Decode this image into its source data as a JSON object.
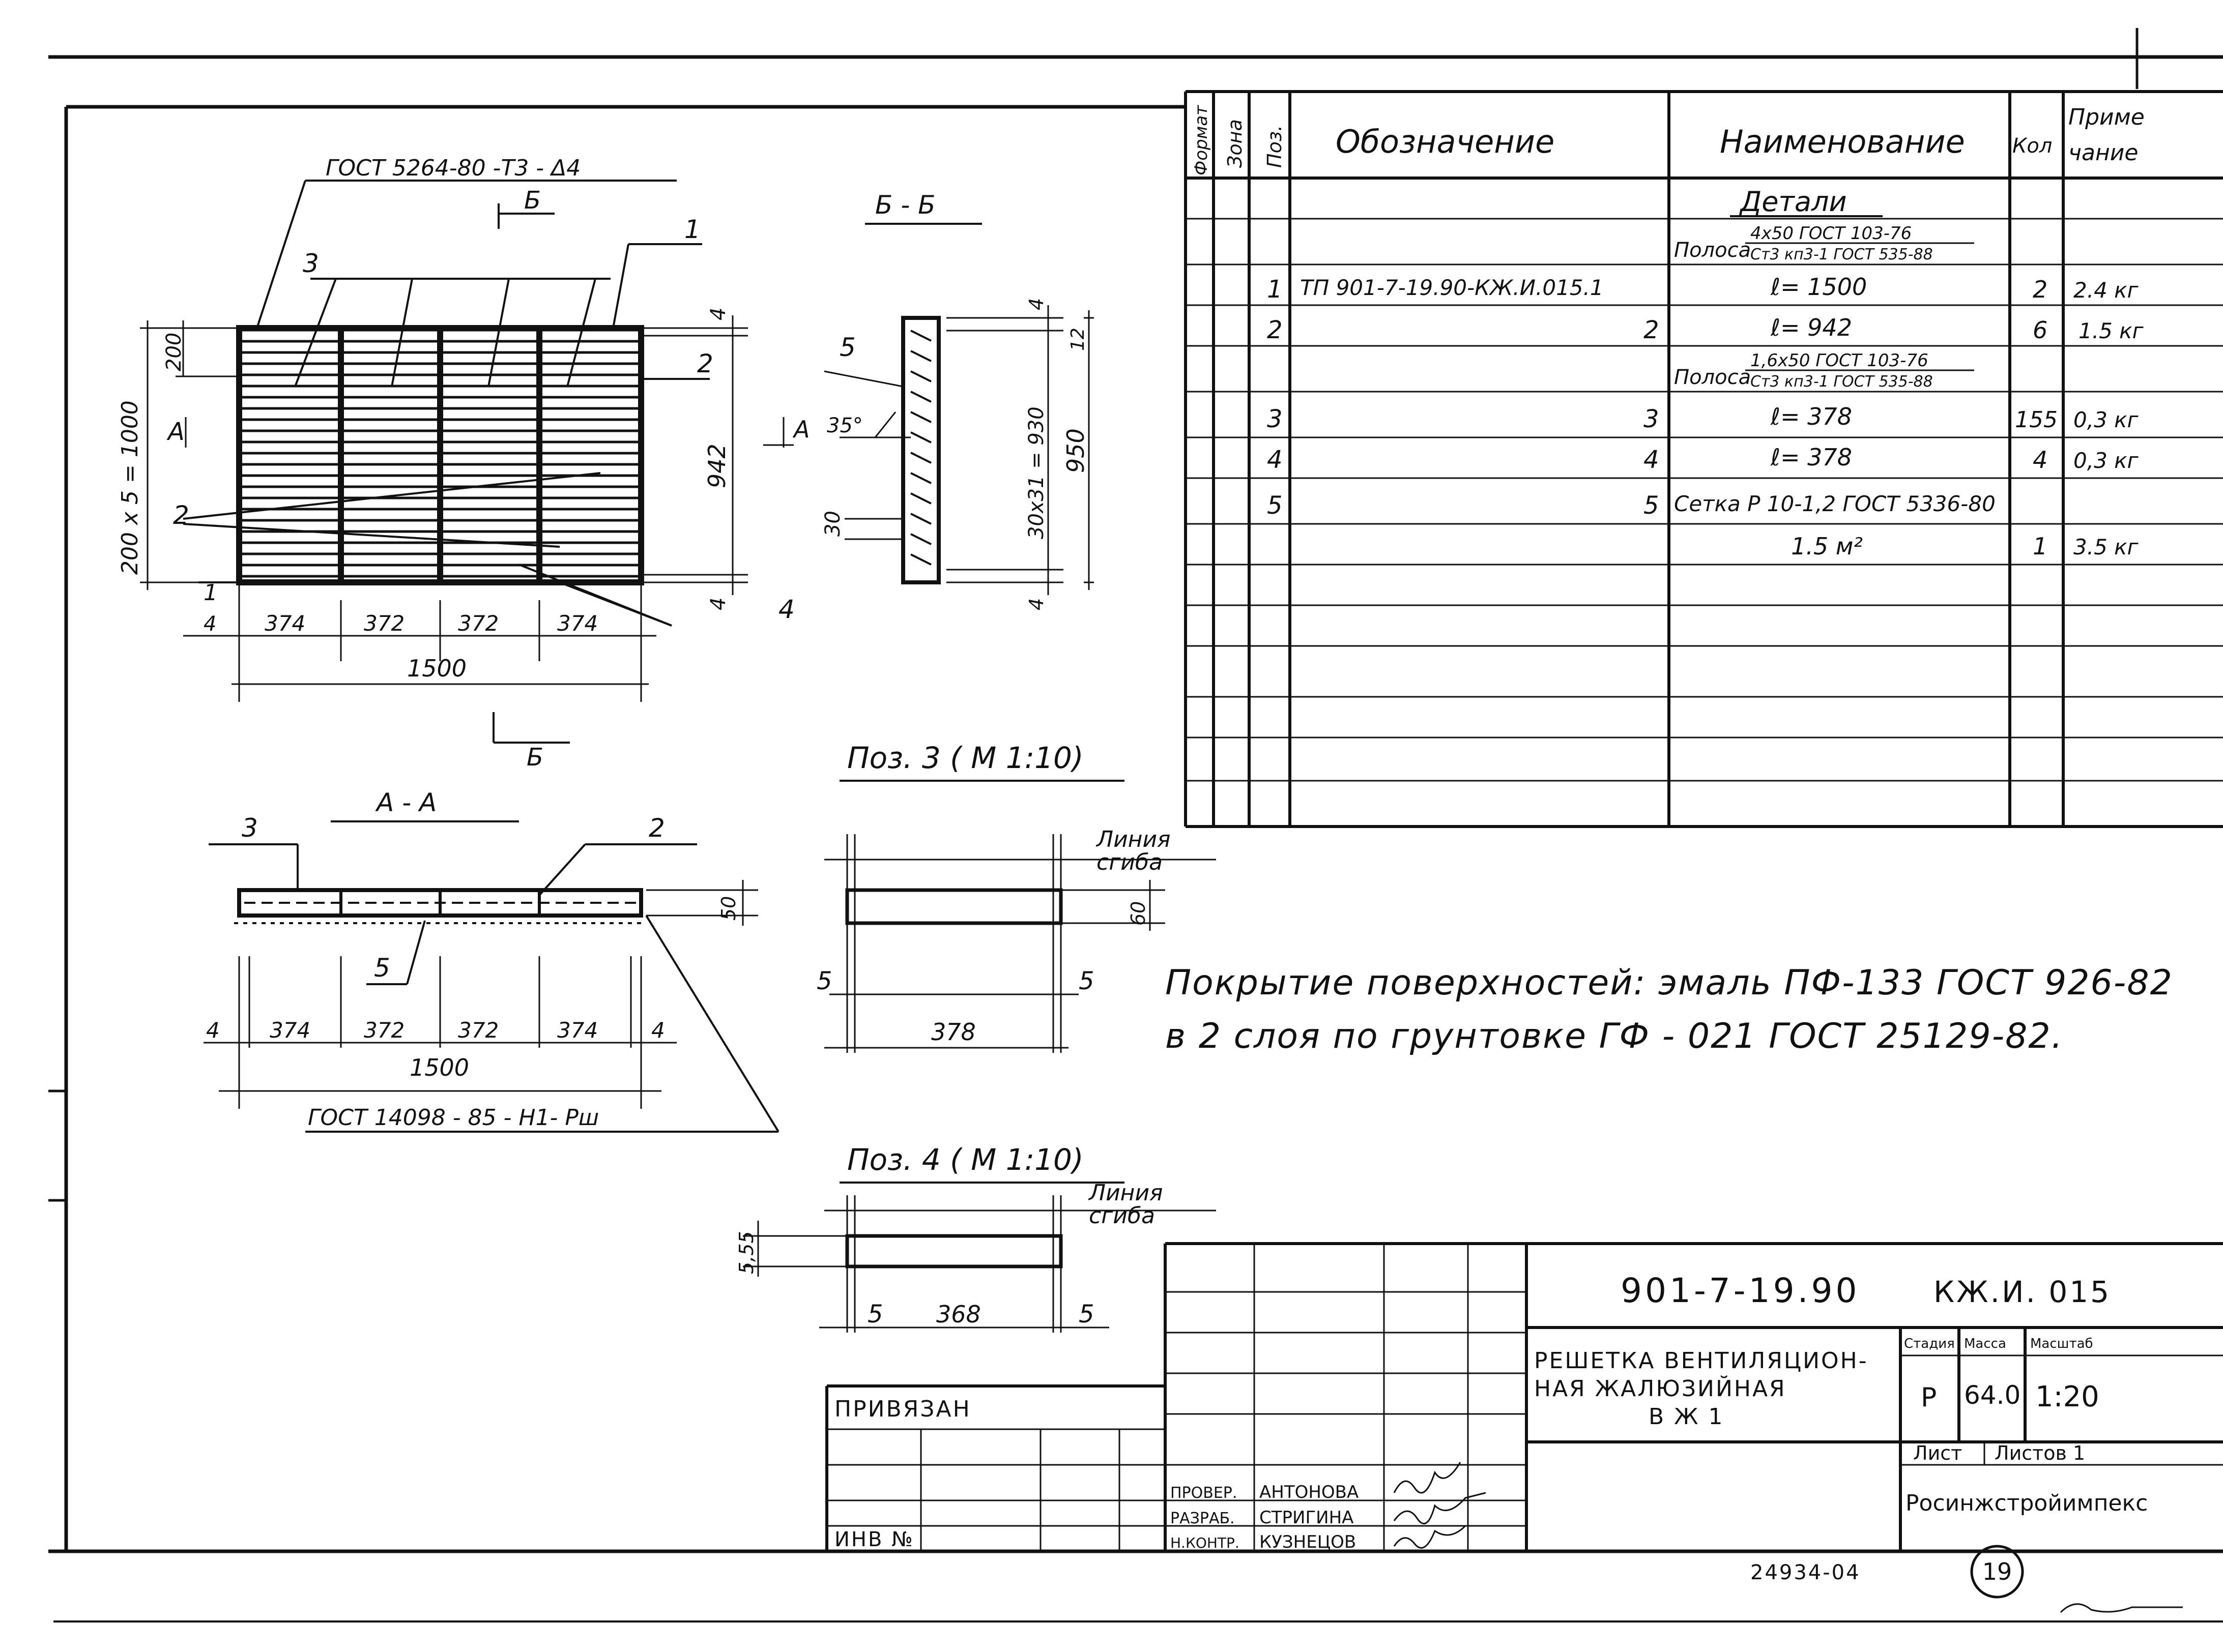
{
  "ink": "#111111",
  "paper": "#ffffff",
  "main_view": {
    "gost_callout": "ГОСТ 5264-80 -Т3 - Δ4",
    "section_label": "Б",
    "section_mark_a": "А",
    "pos_labels": [
      "3",
      "1",
      "2",
      "2",
      "1",
      "4"
    ],
    "dim_left": "200 x 5 = 1000",
    "dim_top_200": "200",
    "dim_942": "942",
    "dim_4": "4",
    "bottom_dims": [
      "374",
      "372",
      "372",
      "374"
    ],
    "total_width": "1500"
  },
  "section_bb": {
    "title": "Б - Б",
    "pos_label": "5",
    "angle": "35°",
    "dim_30": "30",
    "dim_950": "950",
    "dim_930": "30x31 = 930",
    "dim_12": "12",
    "dim_4": "4"
  },
  "section_aa": {
    "title": "А - А",
    "pos_3": "3",
    "pos_2": "2",
    "pos_5": "5",
    "dim_50": "50",
    "bottom_dims": [
      "4",
      "374",
      "372",
      "372",
      "374",
      "4"
    ],
    "total_width": "1500",
    "gost_callout": "ГОСТ 14098 - 85 - Н1- Рш"
  },
  "pos3": {
    "title": "Поз. 3 ( М 1:10)",
    "fold_line_1": "Линия",
    "fold_line_2": "сгиба",
    "dim_60": "60",
    "dim_5_left": "5",
    "dim_5_right": "5",
    "dim_378": "378"
  },
  "pos4": {
    "title": "Поз. 4 ( М 1:10)",
    "fold_line_1": "Линия",
    "fold_line_2": "сгиба",
    "dim_555": "5,55",
    "dim_5_left": "5",
    "dim_368": "368",
    "dim_5_right": "5"
  },
  "note": {
    "line1": "Покрытие поверхностей: эмаль ПФ-133 ГОСТ 926-82",
    "line2": "в 2 слоя по грунтовке ГФ - 021 ГОСТ 25129-82."
  },
  "spec_table": {
    "headers": {
      "format": "Формат",
      "zone": "Зона",
      "pos": "Поз.",
      "designation": "Обозначение",
      "name": "Наименование",
      "qty": "Кол",
      "note_1": "Приме",
      "note_2": "чание"
    },
    "section_title": "Детали",
    "strip1": {
      "label": "Полоса",
      "top": "4x50 ГОСТ 103-76",
      "bottom": "Ст3 кп3-1 ГОСТ 535-88"
    },
    "strip2": {
      "label": "Полоса",
      "top": "1,6x50 ГОСТ 103-76",
      "bottom": "Ст3 кп3-1 ГОСТ 535-88"
    },
    "rows": [
      {
        "pos": "1",
        "designation": "ТП 901-7-19.90-КЖ.И.015.1",
        "name": "ℓ= 1500",
        "qty": "2",
        "note": "2.4 кг"
      },
      {
        "pos": "2",
        "designation": "2",
        "name": "ℓ= 942",
        "qty": "6",
        "note": "1.5 кг"
      },
      {
        "pos": "3",
        "designation": "3",
        "name": "ℓ= 378",
        "qty": "155",
        "note": "0,3 кг"
      },
      {
        "pos": "4",
        "designation": "4",
        "name": "ℓ= 378",
        "qty": "4",
        "note": "0,3 кг"
      },
      {
        "pos": "5",
        "designation": "5",
        "name": "Сетка Р 10-1,2 ГОСТ 5336-80",
        "qty": "",
        "note": ""
      },
      {
        "pos": "",
        "designation": "",
        "name": "1.5 м²",
        "qty": "1",
        "note": "3.5 кг"
      }
    ]
  },
  "title_block": {
    "doc_code": "901-7-19.90",
    "sheet_code": "КЖ.И. 015",
    "title_line1": "РЕШЕТКА ВЕНТИЛЯЦИОН-",
    "title_line2": "НАЯ ЖАЛЮЗИЙНАЯ",
    "title_line3": "В Ж 1",
    "stage_h": "Стадия",
    "mass_h": "Масса",
    "scale_h": "Масштаб",
    "stage": "Р",
    "mass": "64.0",
    "scale": "1:20",
    "sheet_h": "Лист",
    "sheets_h": "Листов 1",
    "org": "Росинжстройимпекс",
    "linked": "ПРИВЯЗАН",
    "inv_no": "ИНВ №",
    "roles": [
      {
        "role": "ПРОВЕР.",
        "name": "АНТОНОВА"
      },
      {
        "role": "РАЗРАБ.",
        "name": "СТРИГИНА"
      },
      {
        "role": "Н.КОНТР.",
        "name": "КУЗНЕЦОВ"
      }
    ],
    "archive_no": "24934-04",
    "page_no": "19"
  }
}
